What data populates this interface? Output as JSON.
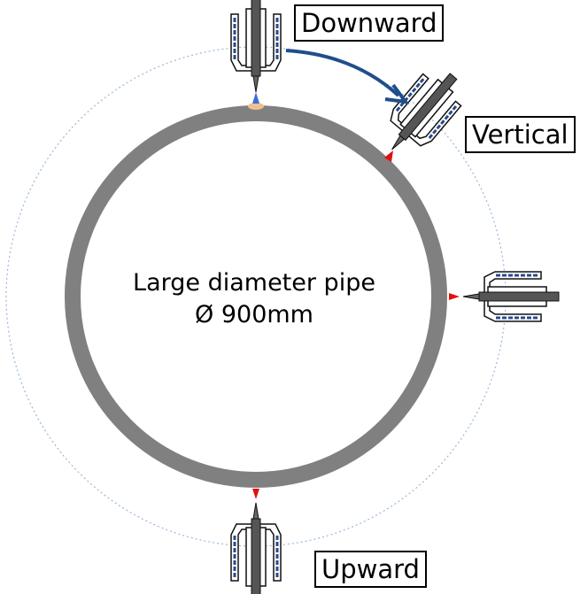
{
  "labels": {
    "downward": "Downward",
    "vertical": "Vertical",
    "upward": "Upward"
  },
  "pipe": {
    "title": "Large diameter pipe",
    "diameter": "Ø 900mm"
  },
  "colors": {
    "pipe": "#808080",
    "path": "#9ab8d8",
    "arrow": "#1f4e8c",
    "arc_down": "#3a6fd8",
    "arc_other": "#e01010",
    "bead": "#f0c090"
  }
}
